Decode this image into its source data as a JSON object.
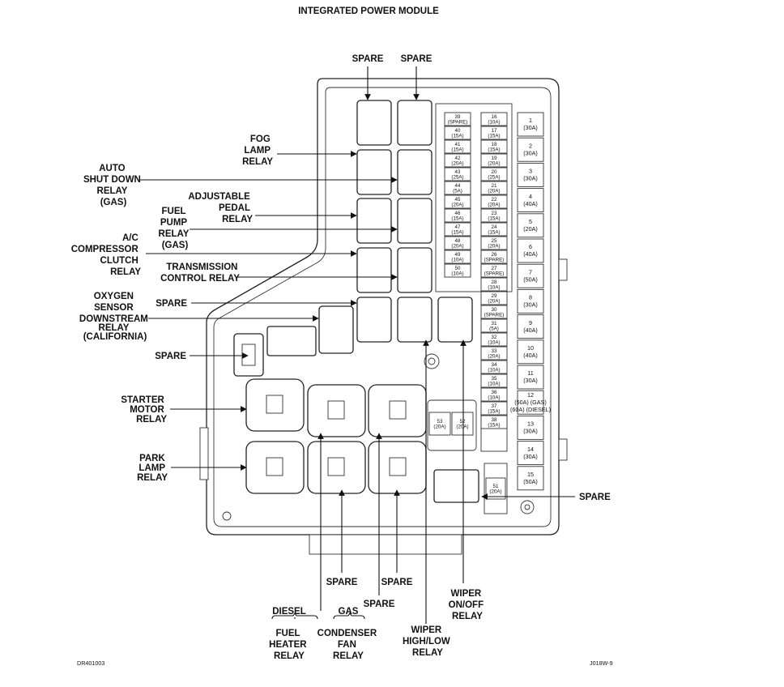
{
  "title": "INTEGRATED POWER MODULE",
  "footer": {
    "left_code": "DR401003",
    "right_code": "J018W-9"
  },
  "labels": {
    "spare": "SPARE",
    "fog_lamp": [
      "FOG",
      "LAMP",
      "RELAY"
    ],
    "auto_shutdown": [
      "AUTO",
      "SHUT DOWN",
      "RELAY",
      "(GAS)"
    ],
    "adjustable_pedal": [
      "ADJUSTABLE",
      "PEDAL",
      "RELAY"
    ],
    "fuel_pump": [
      "FUEL",
      "PUMP",
      "RELAY",
      "(GAS)"
    ],
    "ac_compressor": [
      "A/C",
      "COMPRESSOR",
      "CLUTCH",
      "RELAY"
    ],
    "transmission": [
      "TRANSMISSION",
      "CONTROL RELAY"
    ],
    "oxygen_sensor": [
      "OXYGEN",
      "SENSOR",
      "DOWNSTREAM",
      "RELAY",
      "(CALIFORNIA)"
    ],
    "starter_motor": [
      "STARTER",
      "MOTOR",
      "RELAY"
    ],
    "park_lamp": [
      "PARK",
      "LAMP",
      "RELAY"
    ],
    "diesel": "DIESEL",
    "gas": "GAS",
    "fuel_heater": [
      "FUEL",
      "HEATER",
      "RELAY"
    ],
    "condenser_fan": [
      "CONDENSER",
      "FAN",
      "RELAY"
    ],
    "wiper_high_low": [
      "WIPER",
      "HIGH/LOW",
      "RELAY"
    ],
    "wiper_on_off": [
      "WIPER",
      "ON/OFF",
      "RELAY"
    ]
  },
  "fuses": {
    "col_a": [
      [
        "39",
        "(SPARE)"
      ],
      [
        "40",
        "(15A)"
      ],
      [
        "41",
        "(15A)"
      ],
      [
        "42",
        "(20A)"
      ],
      [
        "43",
        "(25A)"
      ],
      [
        "44",
        "(5A)"
      ],
      [
        "45",
        "(20A)"
      ],
      [
        "46",
        "(15A)"
      ],
      [
        "47",
        "(15A)"
      ],
      [
        "48",
        "(20A)"
      ],
      [
        "49",
        "(10A)"
      ],
      [
        "50",
        "(10A)"
      ]
    ],
    "col_b": [
      [
        "16",
        "(10A)"
      ],
      [
        "17",
        "(15A)"
      ],
      [
        "18",
        "(15A)"
      ],
      [
        "19",
        "(20A)"
      ],
      [
        "20",
        "(25A)"
      ],
      [
        "21",
        "(20A)"
      ],
      [
        "22",
        "(20A)"
      ],
      [
        "23",
        "(15A)"
      ],
      [
        "24",
        "(15A)"
      ],
      [
        "25",
        "(20A)"
      ],
      [
        "26",
        "(SPARE)"
      ],
      [
        "27",
        "(SPARE)"
      ],
      [
        "28",
        "(10A)"
      ],
      [
        "29",
        "(20A)"
      ],
      [
        "30",
        "(SPARE)"
      ],
      [
        "31",
        "(5A)"
      ],
      [
        "32",
        "(10A)"
      ],
      [
        "33",
        "(20A)"
      ],
      [
        "34",
        "(10A)"
      ],
      [
        "35",
        "(10A)"
      ],
      [
        "36",
        "(10A)"
      ],
      [
        "37",
        "(15A)"
      ],
      [
        "38",
        "(15A)"
      ]
    ],
    "col_c": [
      [
        "1",
        "(30A)"
      ],
      [
        "2",
        "(30A)"
      ],
      [
        "3",
        "(30A)"
      ],
      [
        "4",
        "(40A)"
      ],
      [
        "5",
        "(20A)"
      ],
      [
        "6",
        "(40A)"
      ],
      [
        "7",
        "(50A)"
      ],
      [
        "8",
        "(30A)"
      ],
      [
        "9",
        "(40A)"
      ],
      [
        "10",
        "(40A)"
      ],
      [
        "11",
        "(30A)"
      ],
      [
        "12",
        "(50A) (GAS)",
        "(60A) (DIESEL)"
      ],
      [
        "13",
        "(30A)"
      ],
      [
        "14",
        "(30A)"
      ],
      [
        "15",
        "(50A)"
      ]
    ],
    "f53": [
      "53",
      "(20A)"
    ],
    "f52": [
      "52",
      "(20A)"
    ],
    "f51": [
      "51",
      "(20A)"
    ]
  }
}
